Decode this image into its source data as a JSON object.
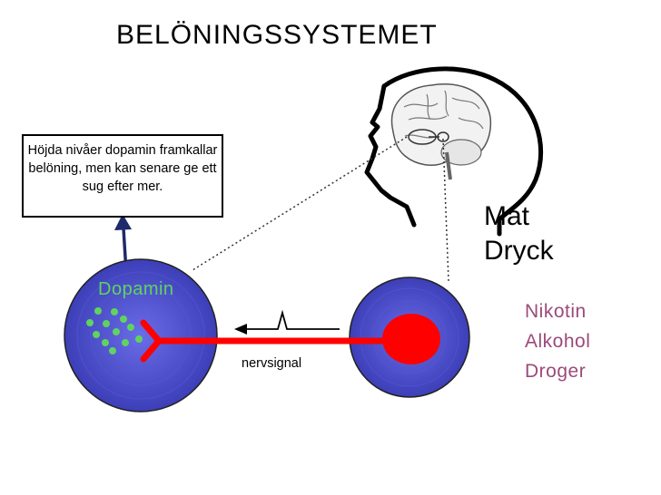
{
  "title": "BELÖNINGSSYSTEMET",
  "note": "Höjda nivåer dopamin framkallar belöning, men kan senare ge ett sug efter mer.",
  "labels": {
    "dopamin": "Dopamin",
    "mat": "Mat",
    "dryck": "Dryck",
    "nikotin": "Nikotin",
    "alkohol": "Alkohol",
    "droger": "Droger",
    "nervsignal": "nervsignal"
  },
  "colors": {
    "neuron_fill": "#4d4fd1",
    "signal": "#ff0000",
    "dopamine": "#5fd35f",
    "drugs_text": "#9b4a7a"
  },
  "icons": [
    "brain-icon",
    "head-outline-icon"
  ]
}
